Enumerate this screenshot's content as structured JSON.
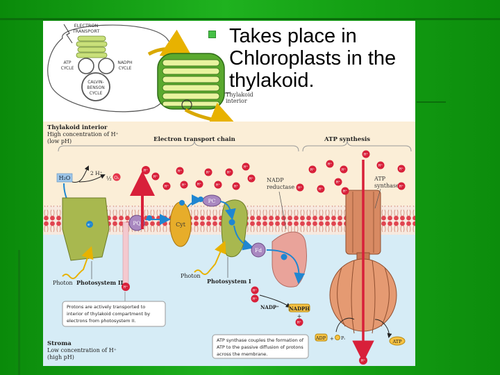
{
  "slide": {
    "bullet_text": "Takes place in Chloroplasts in the thylakoid."
  },
  "overview": {
    "electron_transport": [
      "ELECTRON",
      "TRANSPORT"
    ],
    "atp_cycle": [
      "ATP",
      "CYCLE"
    ],
    "nadph_cycle": [
      "NADPH",
      "CYCLE"
    ],
    "calvin_cycle": [
      "CALVIN-",
      "BENSON",
      "CYCLE"
    ],
    "thylakoid_interior": [
      "Thylakoid",
      "interior"
    ]
  },
  "diagram": {
    "thylakoid_interior_title": "Thylakoid interior",
    "thylakoid_interior_desc": [
      "High concentration of H⁺",
      "(low pH)"
    ],
    "electron_transport_chain": "Electron transport chain",
    "atp_synthesis": "ATP synthesis",
    "h2o": "H₂O",
    "two_h": "2 H⁺",
    "half_o2": "½",
    "o2": "O₂",
    "nadp_reductase": [
      "NADP",
      "reductase"
    ],
    "atp_synthase": [
      "ATP",
      "synthase"
    ],
    "pq": "PQ",
    "cyt": "Cyt",
    "pc": "PC",
    "fd": "Fd",
    "electron": "e⁻",
    "proton": "H⁺",
    "photon": "Photon",
    "photosystem_ii": "Photosystem II",
    "photosystem_i": "Photosystem I",
    "nadp_plus": "NADP⁺",
    "nadph": "NADPH",
    "plus": "+",
    "adp": "ADP",
    "pi": "Pᵢ",
    "atp": "ATP",
    "stroma_title": "Stroma",
    "stroma_desc": [
      "Low concentration of H⁺",
      "(high pH)"
    ],
    "callout_protons": [
      "Protons are actively transported to",
      "interior of thylakoid compartment by",
      "electrons from photosystem II."
    ],
    "callout_atp": [
      "ATP synthase couples the formation of",
      "ATP to the passive diffusion of protons",
      "across the membrane."
    ]
  }
}
